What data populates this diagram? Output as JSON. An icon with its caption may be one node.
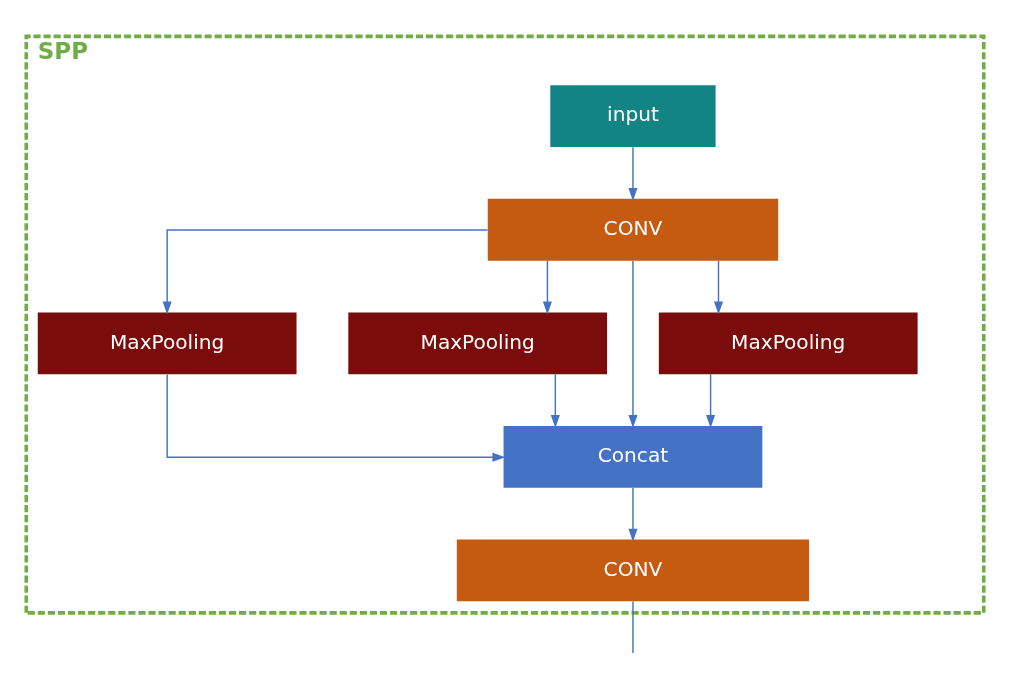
{
  "diagram": {
    "nodes": [
      {
        "text": [
          "SPP"
        ]
      },
      {
        "text": [
          "input"
        ],
        "in": 0
      },
      {
        "text": [
          "CONV"
        ],
        "in": 0
      },
      {
        "text": [
          "MaxPooling"
        ],
        "in": 0
      },
      {
        "text": [
          "MaxPooling"
        ],
        "in": 0
      },
      {
        "text": [
          "MaxPooling"
        ],
        "in": 0
      },
      {
        "text": [
          "Concat"
        ],
        "in": 0
      },
      {
        "text": [
          "CONV"
        ],
        "in": 0
      }
    ],
    "edges": [
      {
        "from": 1,
        "to": 2,
        "arrow": "to"
      },
      {
        "from": 2,
        "to": 3,
        "arrow": "to"
      },
      {
        "from": 2,
        "to": 4,
        "arrow": "to"
      },
      {
        "from": 2,
        "to": 5,
        "arrow": "to"
      },
      {
        "from": 3,
        "to": 6,
        "arrow": "to"
      },
      {
        "from": 4,
        "to": 6,
        "arrow": "to"
      },
      {
        "from": 5,
        "to": 6,
        "arrow": "to"
      },
      {
        "from": 2,
        "to": 6,
        "arrow": "to"
      },
      {
        "from": 6,
        "to": 7,
        "arrow": "to"
      },
      {
        "from": 7,
        "to": null,
        "arrow": "none"
      }
    ]
  }
}
